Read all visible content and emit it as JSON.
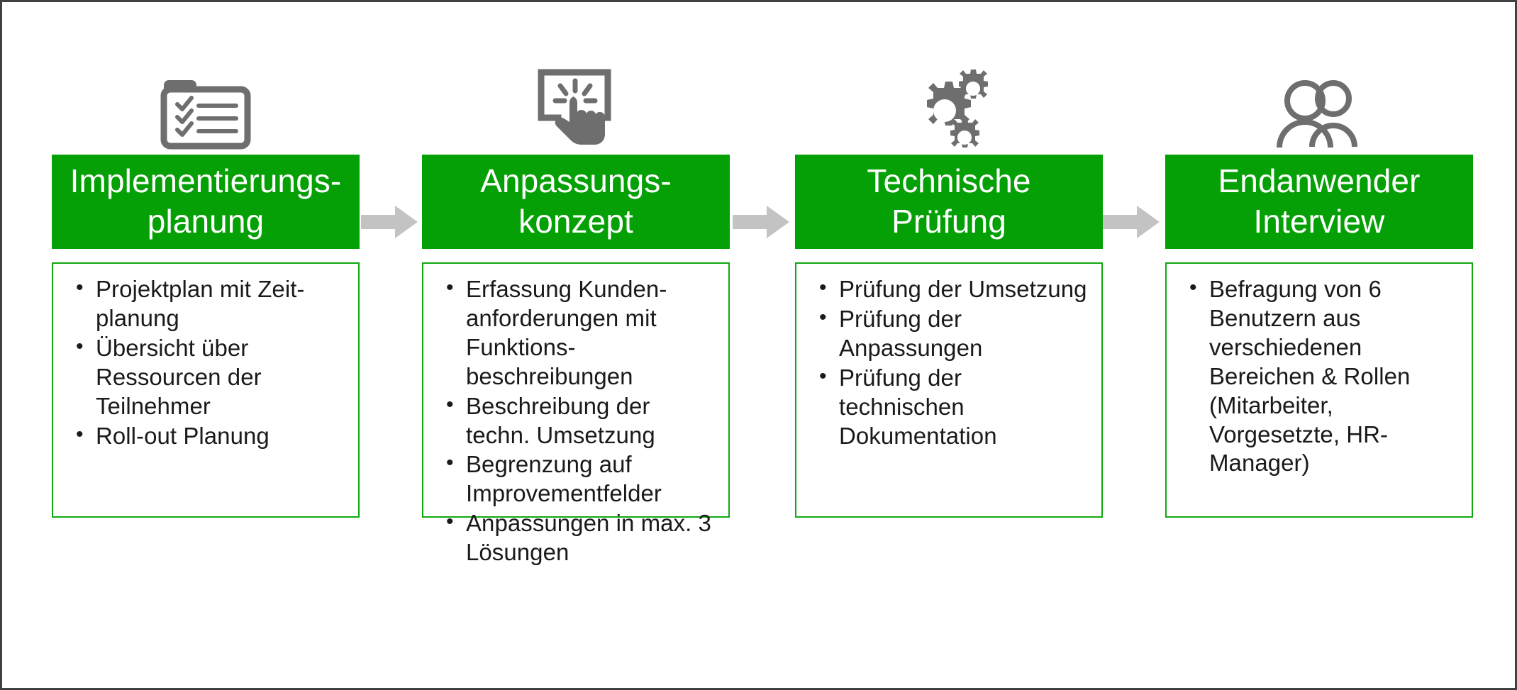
{
  "diagram": {
    "type": "process-flow",
    "orientation": "horizontal",
    "accent_color": "#05a005",
    "box_border_color": "#0fa80f",
    "icon_color": "#6e6e6e",
    "arrow_color": "#c3c3c3",
    "page_border_color": "#404040",
    "background_color": "#ffffff",
    "text_color": "#1a1a1a",
    "header_text_color": "#ffffff",
    "arrow_label": "arrow-right",
    "stages": [
      {
        "icon": "checklist-folder-icon",
        "title_lines": [
          "Implementierungs-",
          "planung"
        ],
        "title": "Implementierungsplanung",
        "bullets": [
          "Projektplan mit Zeit-planung",
          "Übersicht über Ressourcen der Teilnehmer",
          "Roll-out Planung"
        ]
      },
      {
        "icon": "touch-click-icon",
        "title_lines": [
          "Anpassungs-",
          "konzept"
        ],
        "title": "Anpassungskonzept",
        "bullets": [
          "Erfassung Kunden-anforderungen mit Funktions-beschreibungen",
          "Beschreibung der techn. Umsetzung",
          "Begrenzung auf Improvementfelder",
          "Anpassungen in max. 3 Lösungen"
        ]
      },
      {
        "icon": "gears-icon",
        "title_lines": [
          "Technische",
          "Prüfung"
        ],
        "title": "Technische Prüfung",
        "bullets": [
          "Prüfung der Umsetzung",
          "Prüfung der Anpassungen",
          "Prüfung der technischen Dokumentation"
        ]
      },
      {
        "icon": "two-people-icon",
        "title_lines": [
          "Endanwender",
          "Interview"
        ],
        "title": "Endanwender Interview",
        "bullets": [
          "Befragung von 6 Benutzern aus verschiedenen Bereichen & Rollen (Mitarbeiter, Vorgesetzte, HR-Manager)"
        ]
      }
    ]
  }
}
